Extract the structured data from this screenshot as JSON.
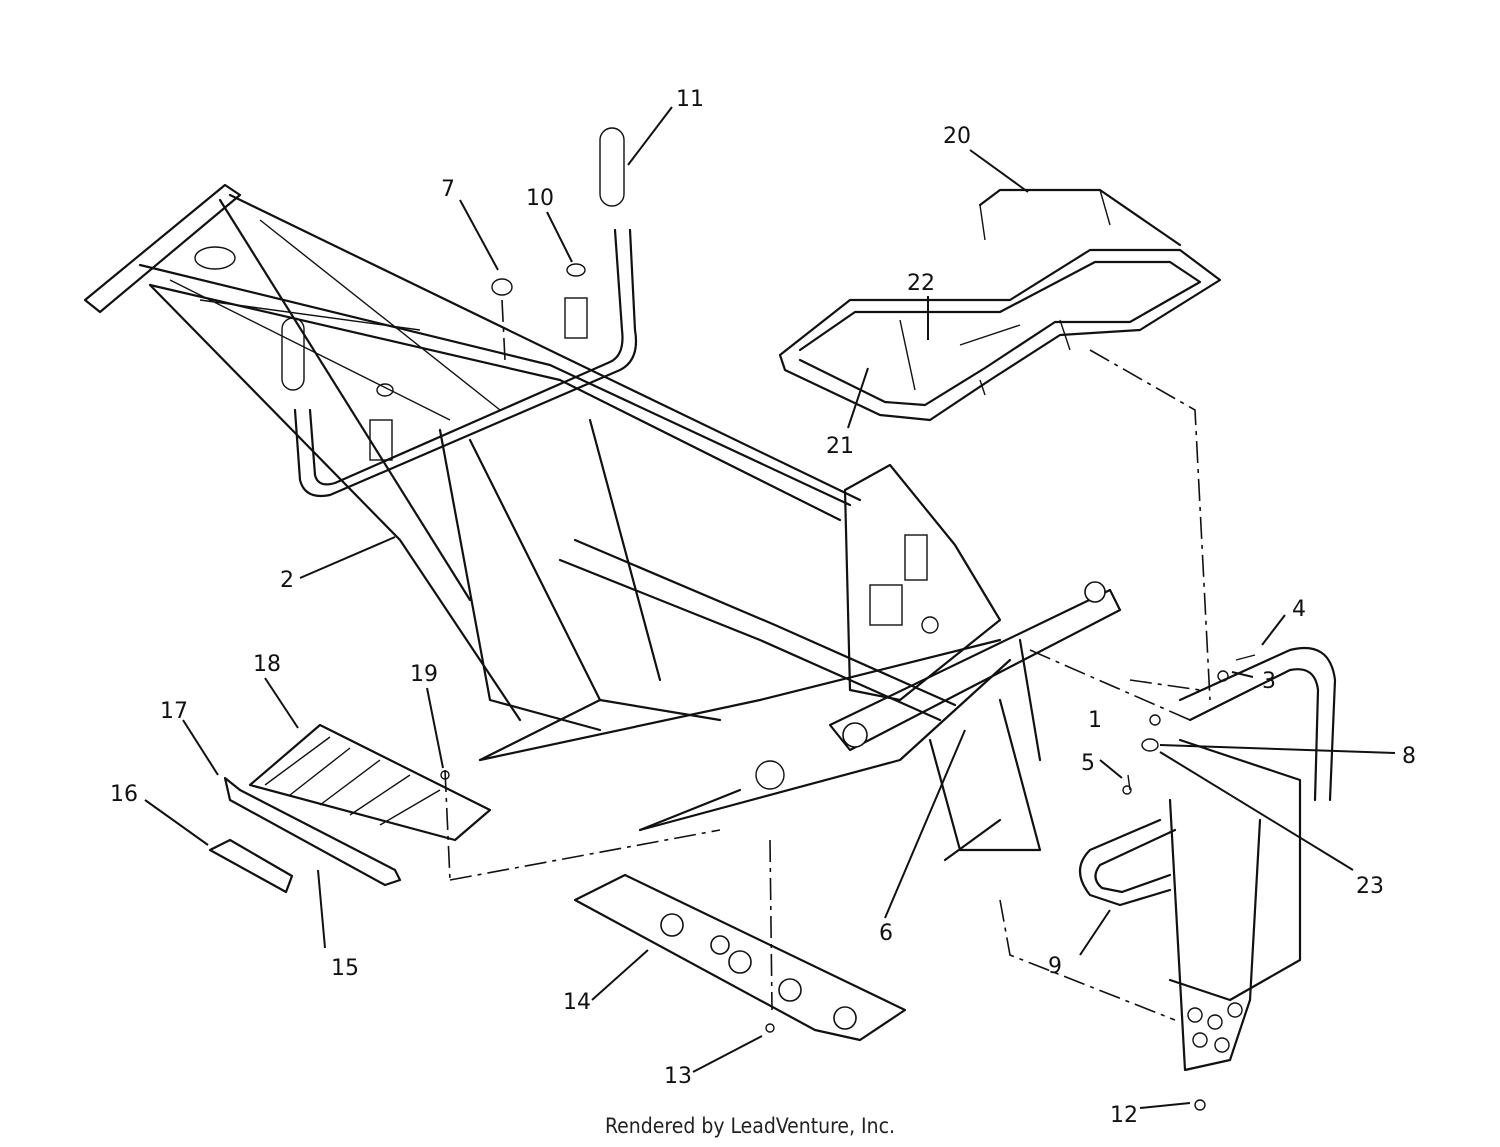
{
  "credit": "Rendered by LeadVenture, Inc.",
  "callouts": {
    "c1": "1",
    "c2": "2",
    "c3": "3",
    "c4": "4",
    "c5": "5",
    "c6": "6",
    "c7": "7",
    "c8": "8",
    "c9": "9",
    "c10": "10",
    "c11": "11",
    "c12": "12",
    "c13": "13",
    "c14": "14",
    "c15": "15",
    "c16": "16",
    "c17": "17",
    "c18": "18",
    "c19": "19",
    "c20": "20",
    "c21": "21",
    "c22": "22",
    "c23": "23"
  },
  "colors": {
    "ink": "#111111",
    "background": "#ffffff"
  }
}
